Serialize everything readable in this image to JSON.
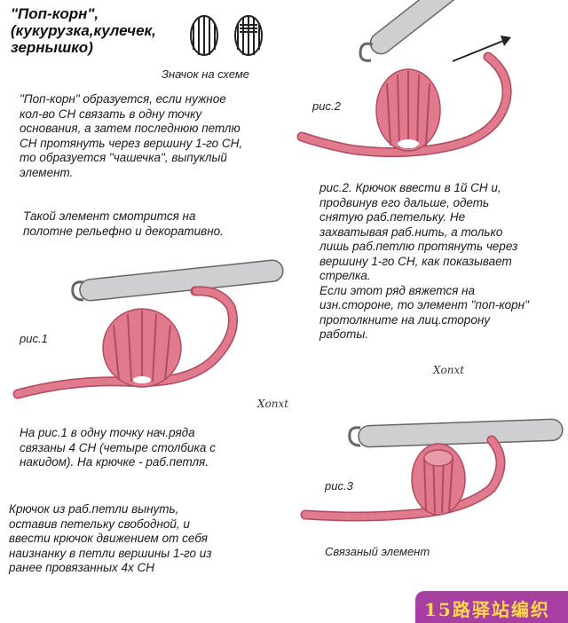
{
  "header": {
    "title": "\"Поп-корн\",\n(кукурузка,кулечек,\nзернышко)",
    "symbol_caption": "Значок на схеме"
  },
  "intro": {
    "p1": "\"Поп-корн\" образуется, если нужное\nкол-во СН связать в одну точку\nоснования, а затем последнюю петлю\nСН протянуть через вершину 1-го СН,\nто образуется \"чашечка\", выпуклый\nэлемент.",
    "p2": "Такой элемент смотрится на\nполотне рельефно и декоративно."
  },
  "fig1": {
    "label": "рис.1",
    "signature": "Xonxt",
    "caption": "На рис.1 в одну точку нач.ряда\nсвязаны 4 СН (четыре столбика с\nнакидом). На крючке - раб.петля.",
    "caption2": "Крючок из раб.петли вынуть,\nоставив петельку свободной, и\nввести крючок движением от себя\nнаизнанку в петли вершины 1-го из\nранее провязанных 4х СН"
  },
  "fig2": {
    "label": "рис.2",
    "signature": "Xonxt",
    "caption": "рис.2. Крючок ввести в 1й СН и,\nпродвинув его дальше, одеть\nснятую раб.петельку. Не\nзахватывая раб.нить, а только\nлишь раб.петлю протянуть через\nвершину 1-го СН, как показывает\nстрелка.\n Если этот ряд вяжется на\nизн.стороне, то элемент \"поп-корн\"\nпротолкните на лиц.сторону\nработы."
  },
  "fig3": {
    "label": "рис.3",
    "caption": "Связаный элемент"
  },
  "watermark": {
    "text": "15路驿站编织"
  },
  "colors": {
    "yarn": "#e07a8c",
    "yarn_dark": "#b04c62",
    "hook": "#c9c9cc",
    "brand_bg": "#a63fa1",
    "brand_text": "#ffd84a"
  }
}
